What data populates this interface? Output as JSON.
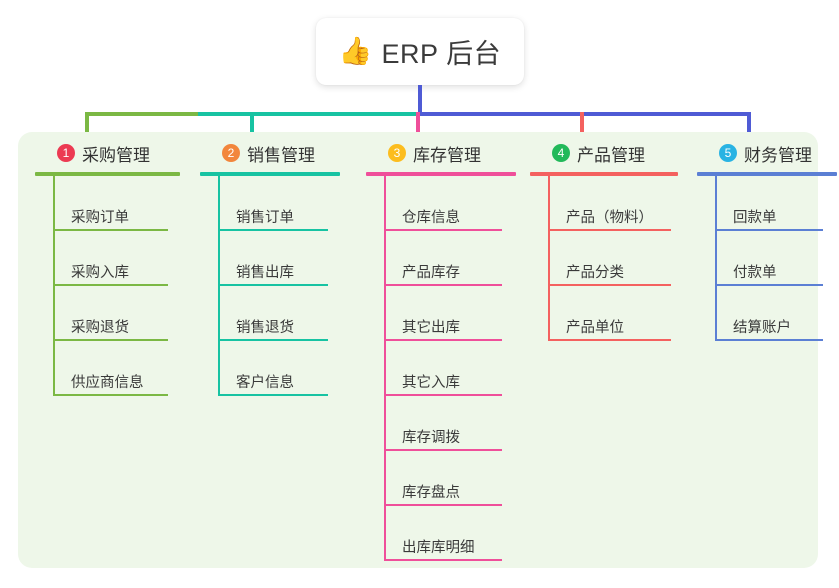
{
  "root": {
    "icon": "thumbs-up-icon",
    "icon_glyph": "👍",
    "title": "ERP 后台"
  },
  "trunk_color": "#4f5bd5",
  "panel": {
    "background": "#eef7e9"
  },
  "connectors": {
    "segment_green": "#7bb844",
    "segment_teal": "#17c3a2",
    "segment_indigo": "#4f5bd5",
    "drop_green": "#7bb844",
    "drop_teal": "#17c3a2",
    "drop_pink": "#ef4f9a",
    "drop_red": "#f4615f",
    "drop_blue": "#4f5bd5"
  },
  "columns": [
    {
      "index": "1",
      "badge_color": "#ec3a52",
      "accent": "#7bb844",
      "title": "采购管理",
      "items": [
        "采购订单",
        "采购入库",
        "采购退货",
        "供应商信息"
      ]
    },
    {
      "index": "2",
      "badge_color": "#f2863c",
      "accent": "#17c3a2",
      "title": "销售管理",
      "items": [
        "销售订单",
        "销售出库",
        "销售退货",
        "客户信息"
      ]
    },
    {
      "index": "3",
      "badge_color": "#fcbd1e",
      "accent": "#ef4f9a",
      "title": "库存管理",
      "items": [
        "仓库信息",
        "产品库存",
        "其它出库",
        "其它入库",
        "库存调拨",
        "库存盘点",
        "出库库明细"
      ]
    },
    {
      "index": "4",
      "badge_color": "#22b95a",
      "accent": "#f4615f",
      "title": "产品管理",
      "items": [
        "产品（物料）",
        "产品分类",
        "产品单位"
      ]
    },
    {
      "index": "5",
      "badge_color": "#29b3e3",
      "accent": "#5b7fd4",
      "title": "财务管理",
      "items": [
        "回款单",
        "付款单",
        "结算账户"
      ]
    }
  ]
}
